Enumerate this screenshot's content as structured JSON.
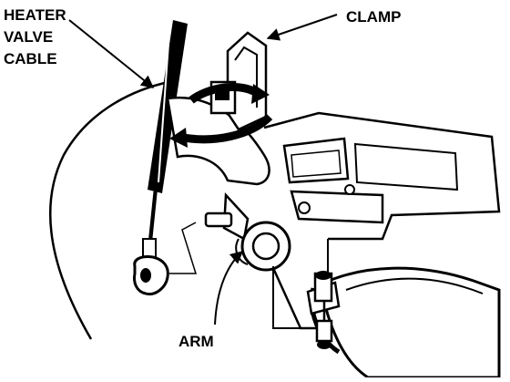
{
  "labels": {
    "heater_valve_cable": [
      "HEATER",
      "VALVE",
      "CABLE"
    ],
    "clamp": "CLAMP",
    "arm": "ARM"
  }
}
